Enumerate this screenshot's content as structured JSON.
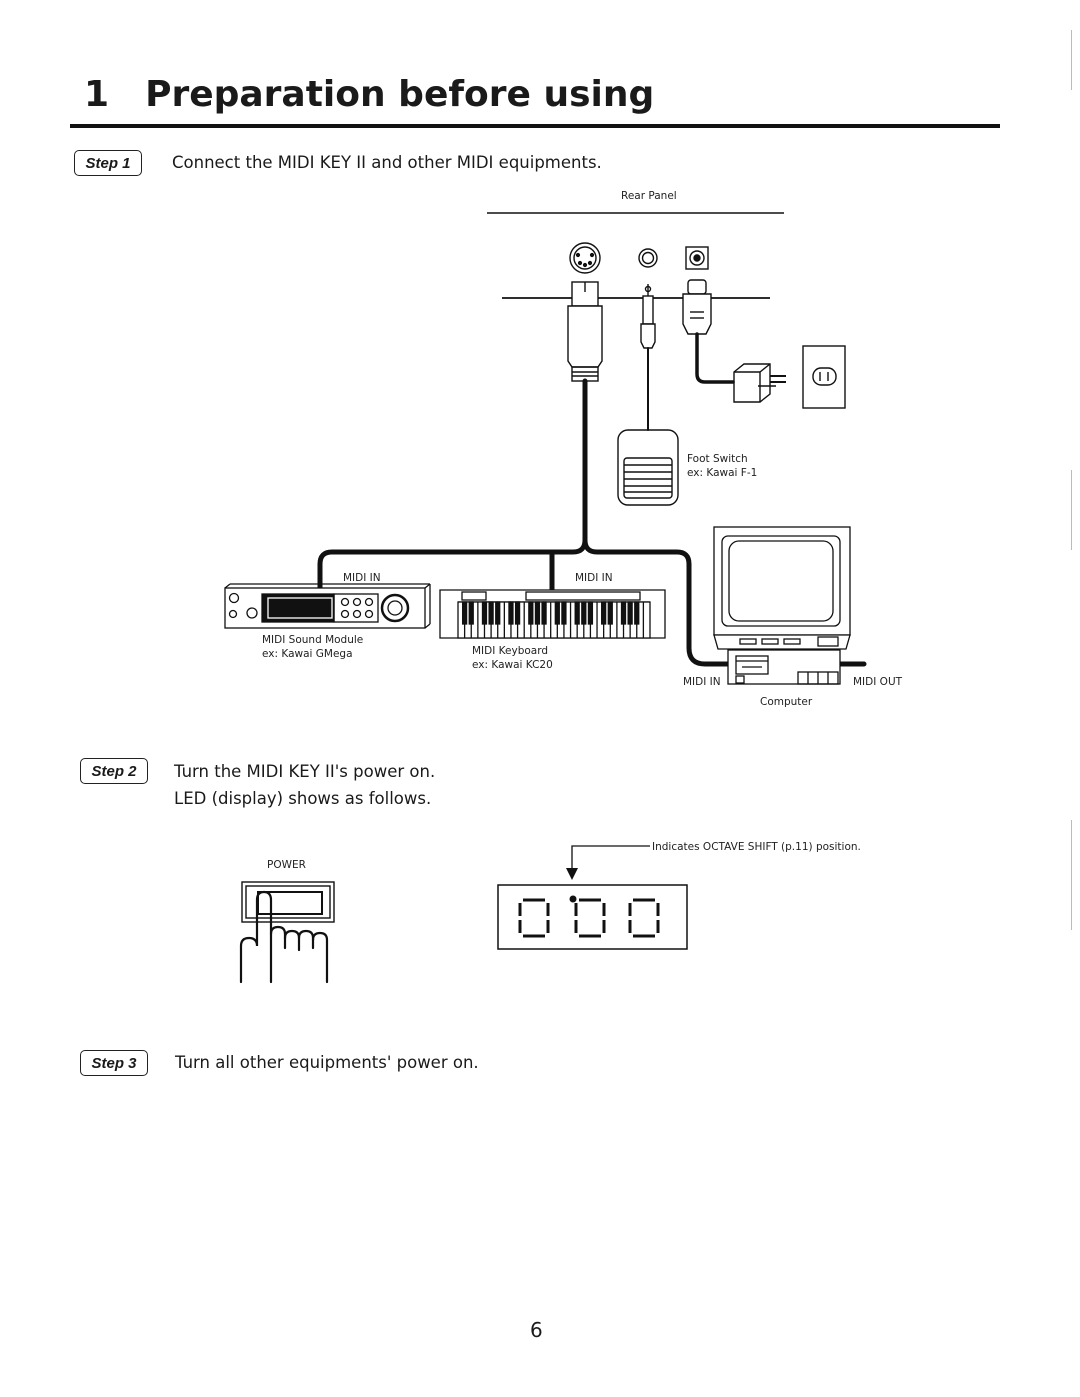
{
  "header": {
    "number": "1",
    "title": "Preparation before using"
  },
  "steps": [
    {
      "badge": "Step 1",
      "lines": [
        "Connect the MIDI KEY II and other MIDI equipments."
      ]
    },
    {
      "badge": "Step 2",
      "lines": [
        "Turn the MIDI KEY II's power on.",
        "LED (display) shows as follows."
      ]
    },
    {
      "badge": "Step 3",
      "lines": [
        "Turn all other equipments' power on."
      ]
    }
  ],
  "diagram": {
    "rear_panel": "Rear Panel",
    "foot_switch": {
      "name": "Foot Switch",
      "example": "ex: Kawai F-1"
    },
    "sound_module": {
      "port": "MIDI IN",
      "name": "MIDI Sound Module",
      "example": "ex: Kawai GMega"
    },
    "keyboard": {
      "port": "MIDI IN",
      "name": "MIDI Keyboard",
      "example": "ex: Kawai KC20"
    },
    "computer": {
      "name": "Computer",
      "port_in": "MIDI IN",
      "port_out": "MIDI OUT"
    }
  },
  "power_figure": {
    "label": "POWER"
  },
  "led_figure": {
    "note": "Indicates OCTAVE SHIFT (p.11) position.",
    "display": "0.00"
  },
  "page_number": "6"
}
